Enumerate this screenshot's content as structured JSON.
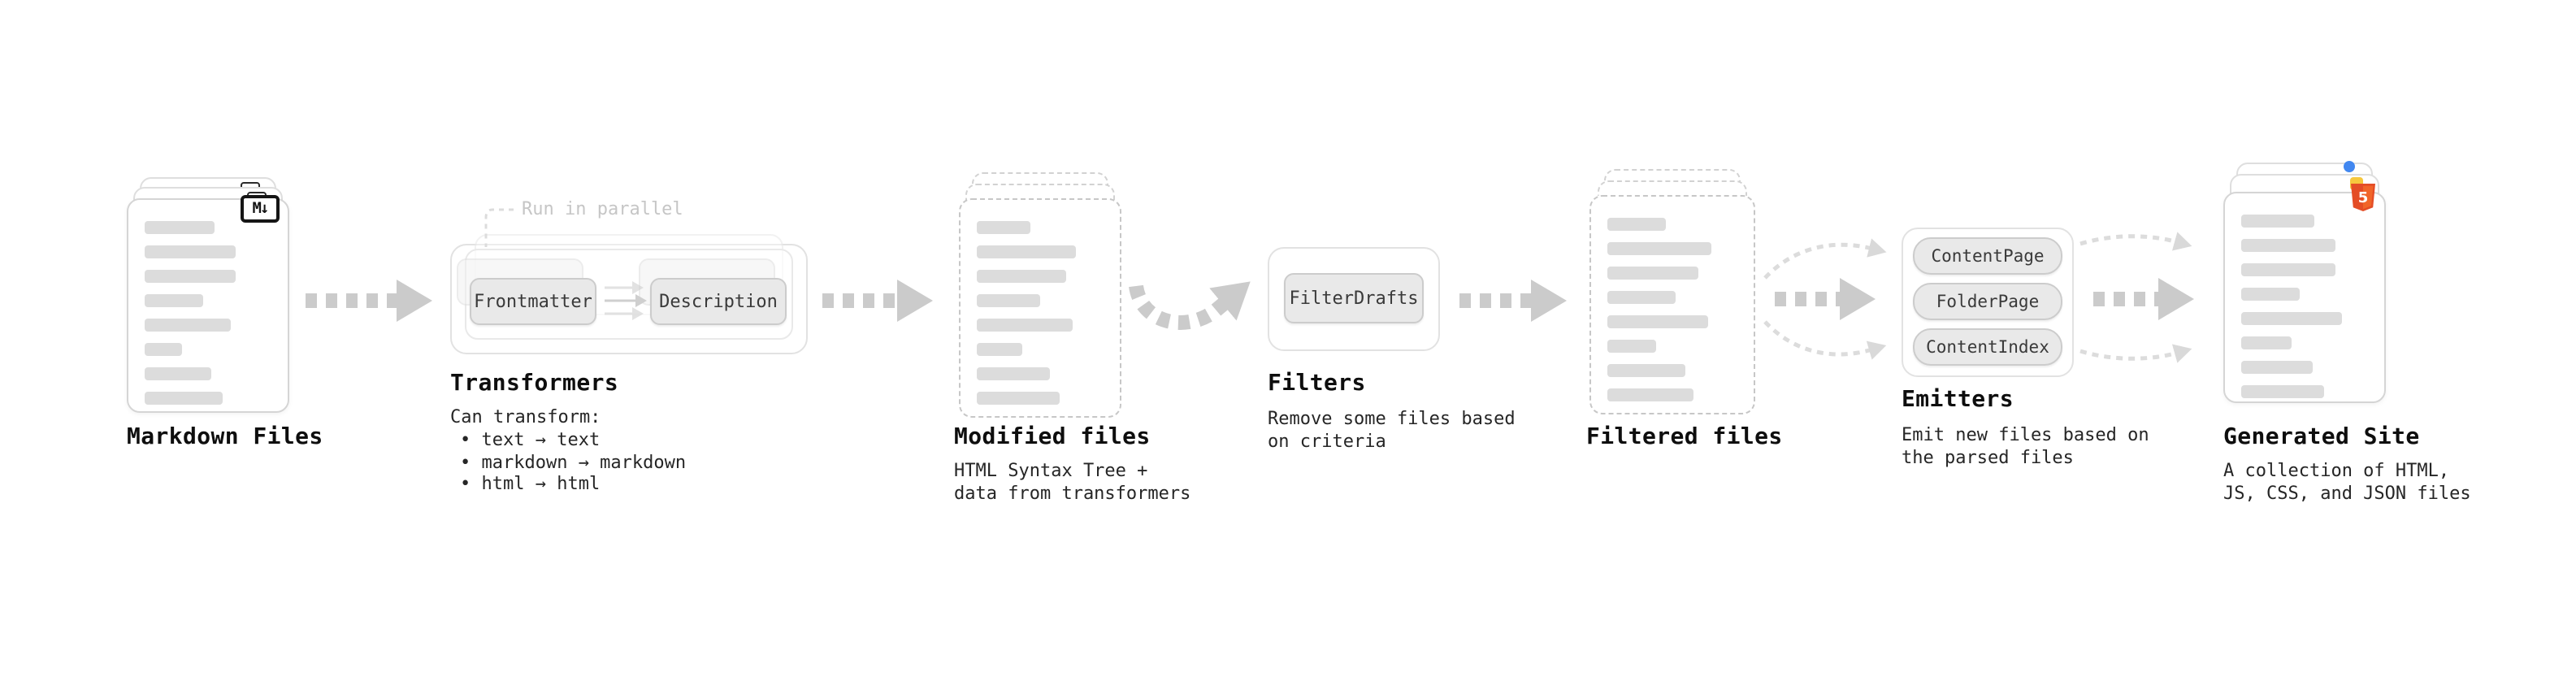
{
  "nodes": {
    "markdown_files": {
      "title": "Markdown Files",
      "badge_label": "M↓"
    },
    "transformers": {
      "title": "Transformers",
      "callout": "Run in parallel",
      "chips": [
        "Frontmatter",
        "Description"
      ],
      "desc_heading": "Can transform:",
      "bullets": [
        "• text → text",
        "• markdown → markdown",
        "• html → html"
      ]
    },
    "modified_files": {
      "title": "Modified files",
      "desc": "HTML Syntax Tree +\ndata from transformers"
    },
    "filters": {
      "title": "Filters",
      "chip": "FilterDrafts",
      "desc": "Remove some files based\non criteria"
    },
    "filtered_files": {
      "title": "Filtered files"
    },
    "emitters": {
      "title": "Emitters",
      "chips": [
        "ContentPage",
        "FolderPage",
        "ContentIndex"
      ],
      "desc": "Emit new files based on\nthe parsed files"
    },
    "generated_site": {
      "title": "Generated Site",
      "badge_label": "5",
      "desc": "A collection of HTML,\nJS, CSS, and JSON files"
    }
  },
  "colors": {
    "arrow": "#cbcbcb",
    "arrow_light": "#dcdcdc",
    "html5_orange": "#e44d26",
    "html5_light": "#f16529",
    "js_yellow": "#f6c83d",
    "css_blue": "#4187f0"
  }
}
